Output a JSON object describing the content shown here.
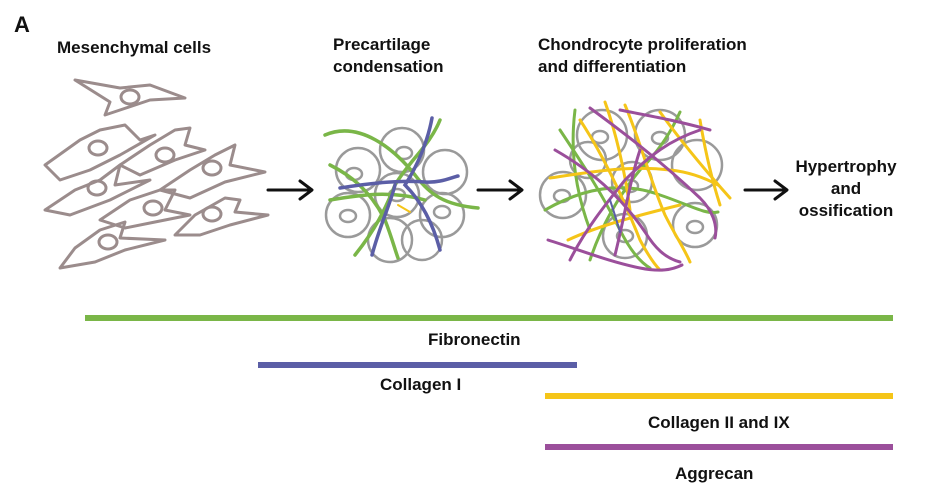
{
  "panel_label": "A",
  "stages": {
    "mesenchymal": "Mesenchymal cells",
    "precartilage_line1": "Precartilage",
    "precartilage_line2": "condensation",
    "chondro_line1": "Chondrocyte proliferation",
    "chondro_line2": "and differentiation",
    "hyper_line1": "Hypertrophy",
    "hyper_line2": "and",
    "hyper_line3": "ossification"
  },
  "markers": [
    {
      "label": "Fibronectin",
      "color": "#7ab648"
    },
    {
      "label": "Collagen I",
      "color": "#5b5ea6"
    },
    {
      "label": "Collagen II and IX",
      "color": "#f5c518"
    },
    {
      "label": "Aggrecan",
      "color": "#9b4f9b"
    }
  ],
  "colors": {
    "cell_outline": "#9b8c8c",
    "chondrocyte_outline": "#9a9a9a",
    "arrow": "#111111"
  }
}
